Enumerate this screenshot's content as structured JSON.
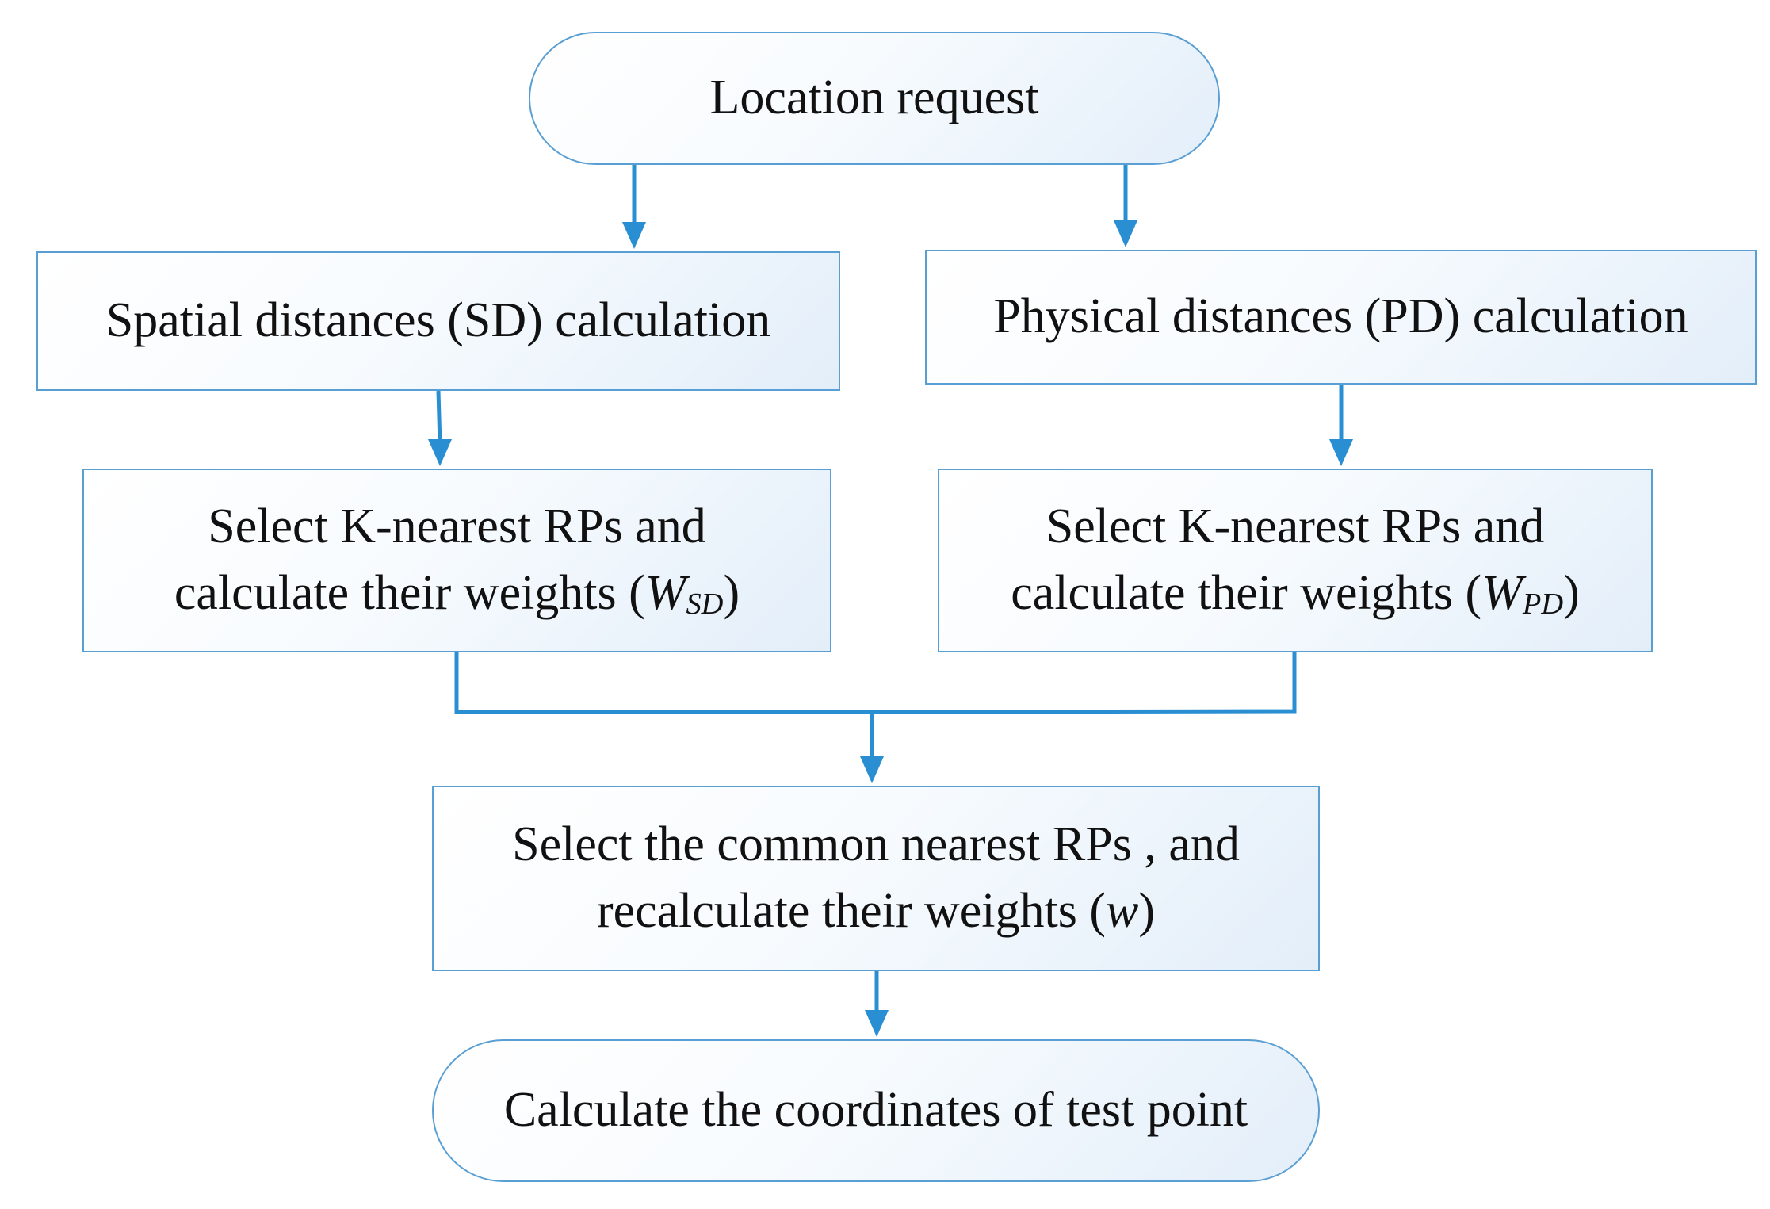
{
  "diagram": {
    "colors": {
      "border": "#5a9fd4",
      "arrow": "#2a8fd2",
      "fill_light": "#ffffff",
      "fill_dark": "#e3eef9",
      "text": "#111111"
    },
    "nodes": {
      "location_request": {
        "shape": "rounded",
        "text": "Location request"
      },
      "sd_calculation": {
        "shape": "rectangle",
        "text": "Spatial distances (SD) calculation"
      },
      "pd_calculation": {
        "shape": "rectangle",
        "text": "Physical distances (PD) calculation"
      },
      "select_sd": {
        "shape": "rectangle",
        "line1": "Select K-nearest RPs and",
        "line2_prefix": "calculate their weights (",
        "symbol": "W",
        "subscript": "SD",
        "line2_suffix": ")"
      },
      "select_pd": {
        "shape": "rectangle",
        "line1": "Select K-nearest RPs and",
        "line2_prefix": "calculate their weights (",
        "symbol": "W",
        "subscript": "PD",
        "line2_suffix": ")"
      },
      "select_common": {
        "shape": "rectangle",
        "line1": "Select the common nearest RPs , and",
        "line2_prefix": "recalculate their weights (",
        "symbol": "w",
        "line2_suffix": ")"
      },
      "calculate_coordinates": {
        "shape": "rounded",
        "text": "Calculate the coordinates of test point"
      }
    },
    "edges": [
      {
        "from": "location_request",
        "to": "sd_calculation"
      },
      {
        "from": "location_request",
        "to": "pd_calculation"
      },
      {
        "from": "sd_calculation",
        "to": "select_sd"
      },
      {
        "from": "pd_calculation",
        "to": "select_pd"
      },
      {
        "from": "select_sd",
        "to": "select_common"
      },
      {
        "from": "select_pd",
        "to": "select_common"
      },
      {
        "from": "select_common",
        "to": "calculate_coordinates"
      }
    ]
  }
}
